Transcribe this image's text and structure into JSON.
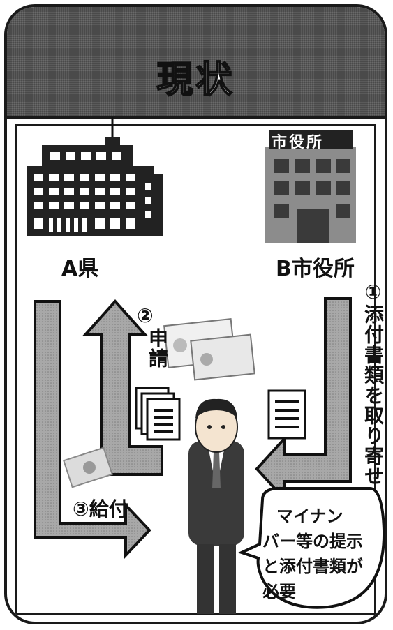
{
  "header": {
    "title": "現状"
  },
  "buildings": {
    "left": {
      "label": "A県"
    },
    "right": {
      "label": "B市役所",
      "sign": "市役所"
    }
  },
  "steps": {
    "step1": "①添付書類を取り寄せ",
    "step2_num": "②",
    "step2_text": "申請",
    "step3": "③給付"
  },
  "speech_bubble": {
    "lines": [
      "マイナン",
      "バー等の提示",
      "と添付書類が",
      "必要"
    ]
  },
  "colors": {
    "header_bg": "#4a4a4a",
    "arrow_fill": "#9a9a9a",
    "outline": "#1a1a1a"
  }
}
